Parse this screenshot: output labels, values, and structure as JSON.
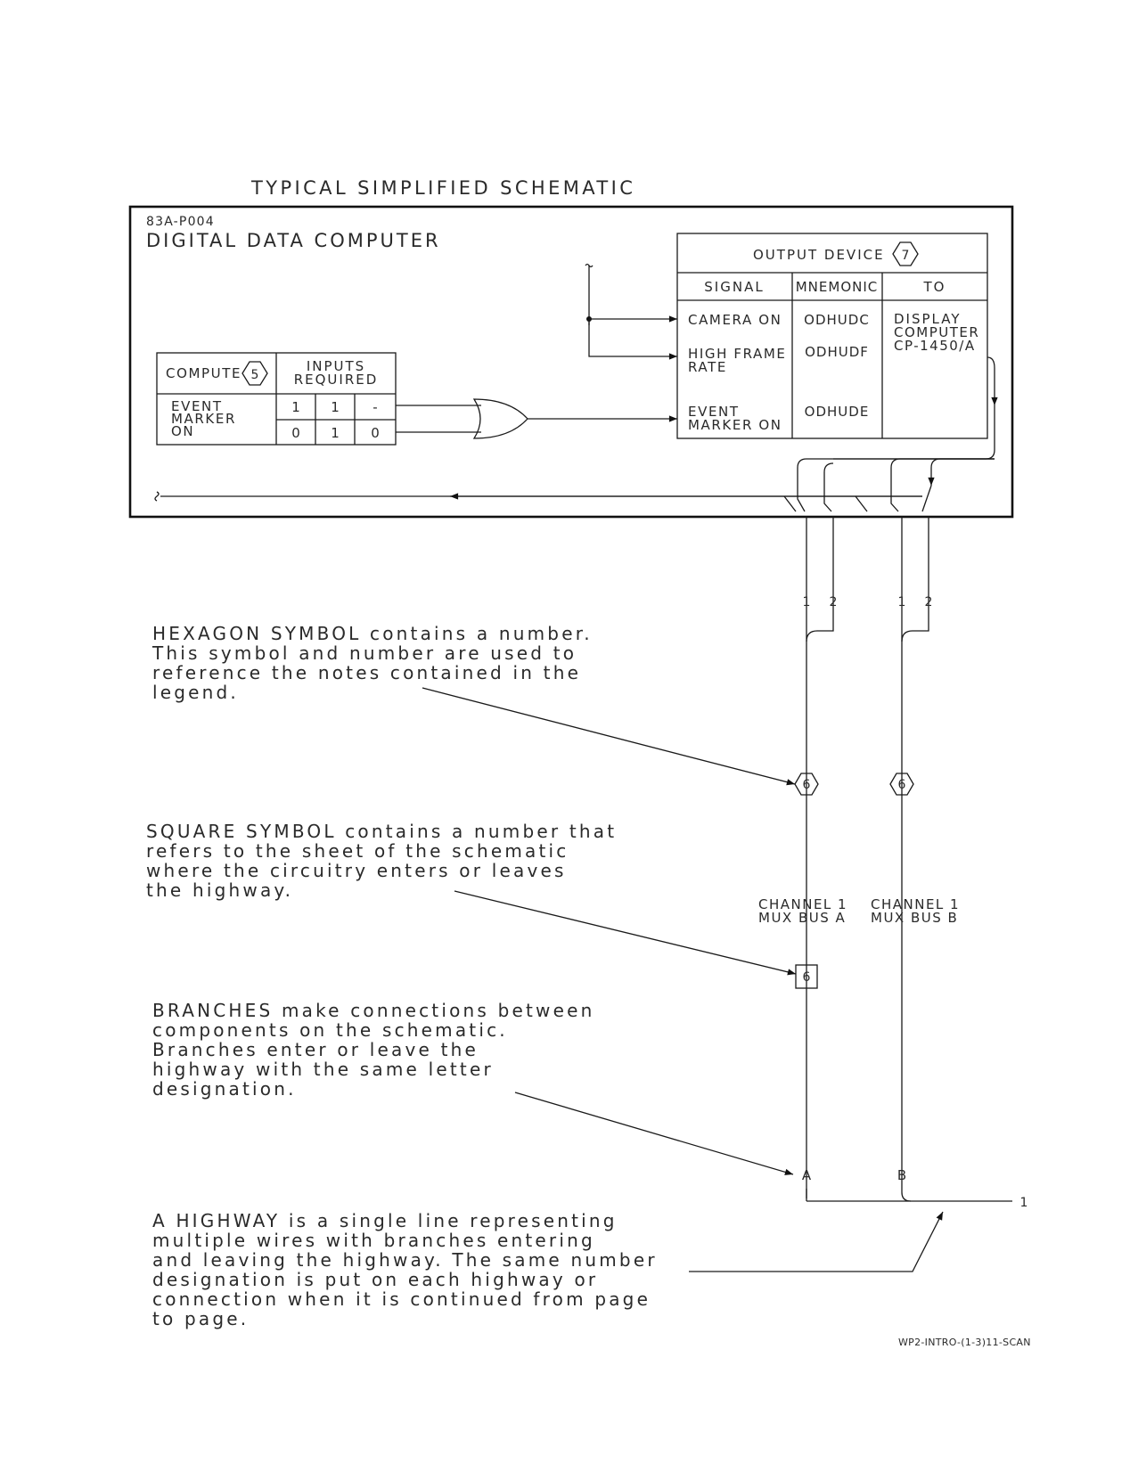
{
  "title": "TYPICAL SIMPLIFIED SCHEMATIC",
  "computer": {
    "ref": "83A-P004",
    "name": "DIGITAL DATA COMPUTER"
  },
  "output_device": {
    "title": "OUTPUT DEVICE",
    "note": "7",
    "headers": {
      "signal": "SIGNAL",
      "mnemonic": "MNEMONIC",
      "to": "TO"
    },
    "rows": [
      {
        "signal": [
          "CAMERA ON"
        ],
        "mnemonic": "ODHUDC"
      },
      {
        "signal": [
          "HIGH FRAME",
          "RATE"
        ],
        "mnemonic": "ODHUDF"
      },
      {
        "signal": [
          "EVENT",
          "MARKER ON"
        ],
        "mnemonic": "ODHUDE"
      }
    ],
    "to": [
      "DISPLAY",
      "COMPUTER",
      "CP-1450/A"
    ]
  },
  "compute": {
    "label": "COMPUTE",
    "note": "5",
    "inputs_header": [
      "INPUTS",
      "REQUIRED"
    ],
    "event": [
      "EVENT",
      "MARKER",
      "ON"
    ],
    "row1": [
      "1",
      "1",
      "-"
    ],
    "row2": [
      "0",
      "1",
      "0"
    ]
  },
  "wire_labels": {
    "a1": "1",
    "a2": "2",
    "b1": "1",
    "b2": "2",
    "hex_a": "6",
    "hex_b": "6",
    "channel_a": [
      "CHANNEL 1",
      "MUX BUS A"
    ],
    "channel_b": [
      "CHANNEL 1",
      "MUX BUS B"
    ],
    "square": "6",
    "branch_a": "A",
    "branch_b": "B",
    "highway": "1"
  },
  "notes": {
    "hexagon": [
      "HEXAGON SYMBOL contains a number.",
      "This symbol and number are used to",
      "reference the notes contained in the",
      "legend."
    ],
    "square": [
      "SQUARE SYMBOL contains a number that",
      "refers to the sheet of the schematic",
      "where the circuitry enters or leaves",
      "the highway."
    ],
    "branches": [
      "BRANCHES make connections between",
      "components on the schematic.",
      "Branches enter or leave the",
      "highway with the same letter",
      "designation."
    ],
    "highway": [
      "A HIGHWAY is a single line representing",
      "multiple wires with branches entering",
      "and leaving the highway. The same number",
      "designation is put on each highway or",
      "connection when it is continued from page",
      "to page."
    ]
  },
  "footer": "WP2-INTRO-(1-3)11-SCAN"
}
